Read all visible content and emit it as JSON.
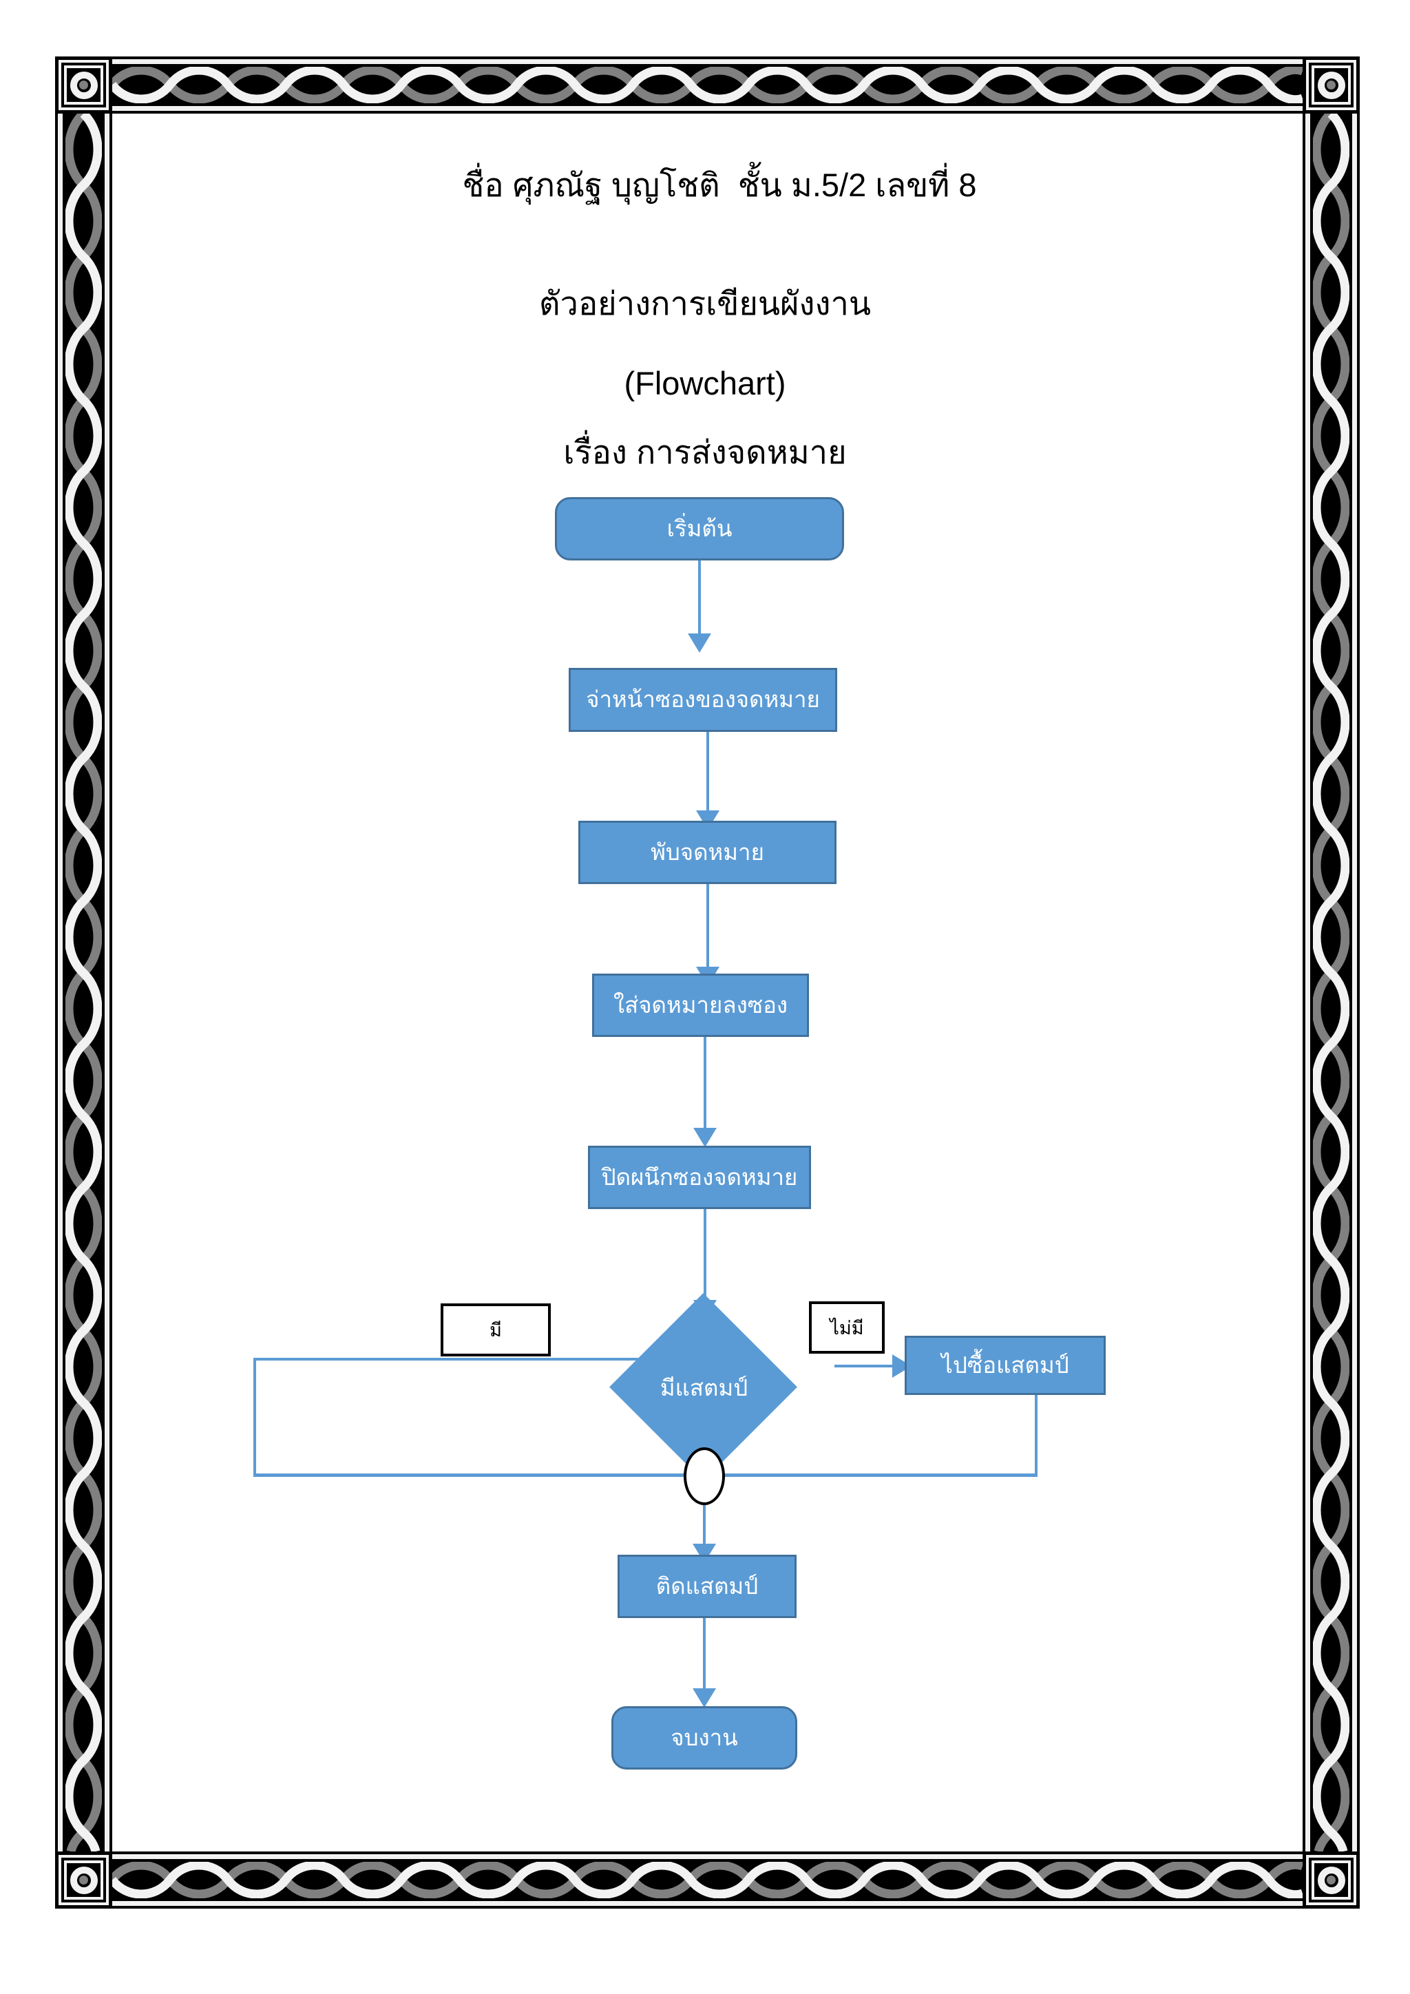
{
  "document": {
    "header_line": "ชื่อ ศุภณัฐ บุญโชติ  ชั้น ม.5/2 เลขที่ 8",
    "title_line_1": "ตัวอย่างการเขียนผังงาน",
    "title_line_2": "(Flowchart)",
    "title_line_3": "เรื่อง การส่งจดหมาย",
    "border_style": "interlaced-braid-art-border"
  },
  "colors": {
    "shape_fill": "#5B9BD5",
    "shape_border": "#41719C",
    "connector": "#5B9BD5",
    "shape_text": "#FFFFFF",
    "label_text": "#000000",
    "border_black": "#000000",
    "border_light": "#F2F2F2",
    "border_gray": "#808080"
  },
  "flowchart": {
    "type": "flowchart",
    "nodes": [
      {
        "id": "start",
        "shape": "terminator",
        "label": "เริ่มต้น"
      },
      {
        "id": "address",
        "shape": "process",
        "label": "จ่าหน้าซองของจดหมาย"
      },
      {
        "id": "fold",
        "shape": "process",
        "label": "พับจดหมาย"
      },
      {
        "id": "insert",
        "shape": "process",
        "label": "ใส่จดหมายลงซอง"
      },
      {
        "id": "seal",
        "shape": "process",
        "label": "ปิดผนึกซองจดหมาย"
      },
      {
        "id": "decision",
        "shape": "decision",
        "label": "มีแสตมป์"
      },
      {
        "id": "buy",
        "shape": "process",
        "label": "ไปซื้อแสตมป์"
      },
      {
        "id": "merge",
        "shape": "connector",
        "label": ""
      },
      {
        "id": "attach",
        "shape": "process",
        "label": "ติดแสตมป์"
      },
      {
        "id": "end",
        "shape": "terminator",
        "label": "จบงาน"
      }
    ],
    "edge_labels": {
      "yes": "มี",
      "no": "ไม่มี"
    },
    "edges": [
      {
        "from": "start",
        "to": "address"
      },
      {
        "from": "address",
        "to": "fold"
      },
      {
        "from": "fold",
        "to": "insert"
      },
      {
        "from": "insert",
        "to": "seal"
      },
      {
        "from": "seal",
        "to": "decision"
      },
      {
        "from": "decision",
        "to": "merge",
        "label": "มี"
      },
      {
        "from": "decision",
        "to": "buy",
        "label": "ไม่มี"
      },
      {
        "from": "buy",
        "to": "merge"
      },
      {
        "from": "merge",
        "to": "attach"
      },
      {
        "from": "attach",
        "to": "end"
      }
    ]
  }
}
